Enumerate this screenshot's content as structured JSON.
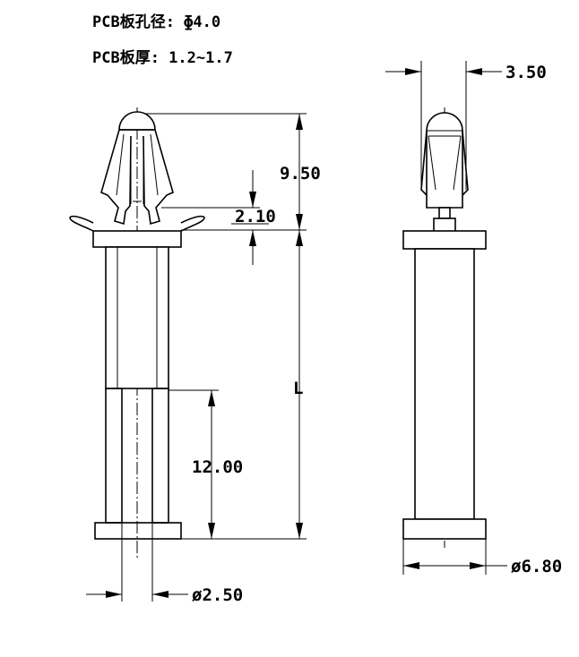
{
  "notes": {
    "hole_diameter": "PCB板孔径: ɸ4.0",
    "board_thickness": "PCB板厚: 1.2~1.7"
  },
  "dimensions": {
    "head_height": "9.50",
    "latch_gap": "2.10",
    "length": "L",
    "thread_depth": "12.00",
    "hole_dia": "ø2.50",
    "side_width": "3.50",
    "base_dia": "ø6.80"
  },
  "colors": {
    "line": "#000000",
    "background": "#ffffff"
  }
}
